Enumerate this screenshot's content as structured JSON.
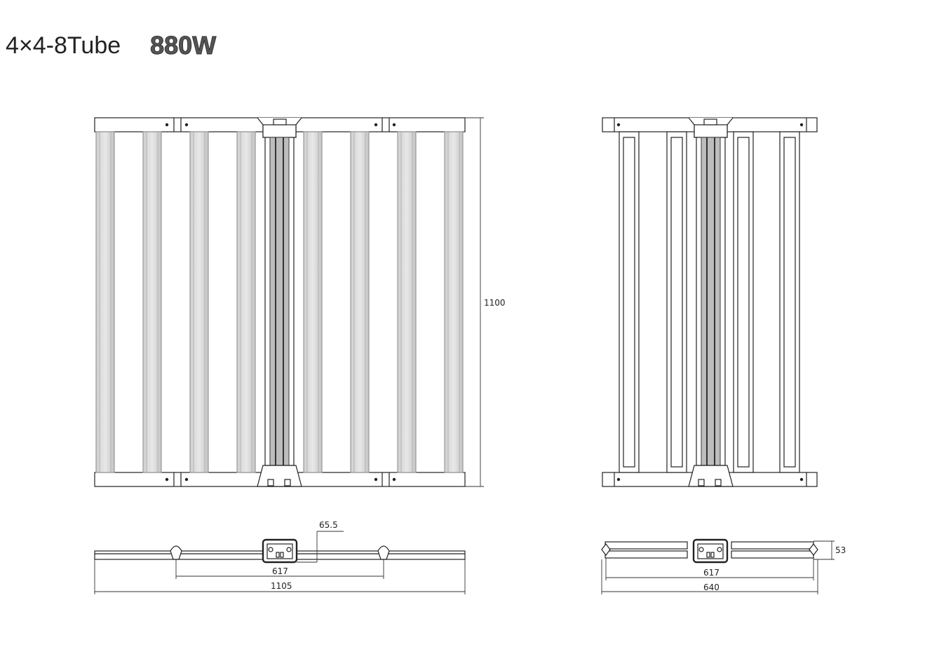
{
  "header": {
    "model": "4×4-8Tube",
    "power": "880W"
  },
  "dimensions": {
    "front_height": "1100",
    "front_depth_offset": "65.5",
    "front_inner_width": "617",
    "front_total_width": "1105",
    "folded_inner_width": "617",
    "folded_total_width": "640",
    "folded_height": "53"
  }
}
